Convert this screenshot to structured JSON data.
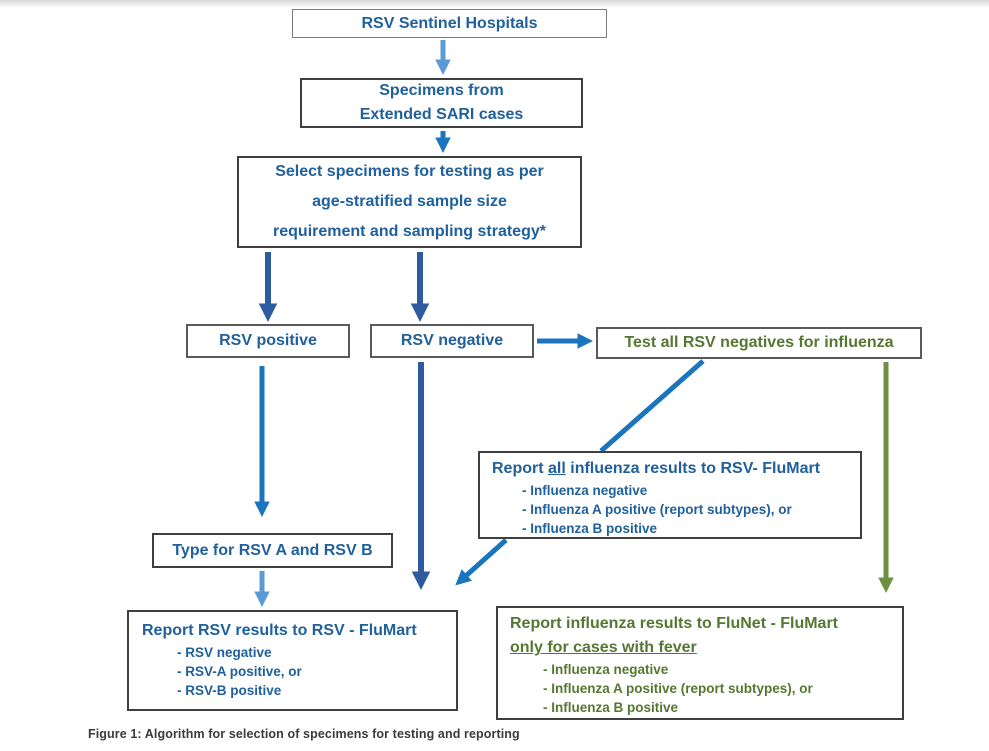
{
  "figure": {
    "caption": "Figure 1: Algorithm for selection of specimens for testing and reporting"
  },
  "colors": {
    "blue_text": "#20609C",
    "green_text": "#567731",
    "light_blue_arrow": "#5B9BD5",
    "mid_blue_arrow": "#1B75BC",
    "dark_blue_arrow": "#2E5B9F",
    "green_arrow": "#6E9042"
  },
  "nodes": {
    "sentinel": {
      "label": "RSV Sentinel Hospitals"
    },
    "specimens": {
      "line1": "Specimens from",
      "line2": "Extended SARI cases"
    },
    "select": {
      "line1": "Select specimens for testing as per",
      "line2": "age-stratified sample size",
      "line3": "requirement and sampling strategy*"
    },
    "rsv_positive": {
      "label": "RSV positive"
    },
    "rsv_negative": {
      "label": "RSV negative"
    },
    "test_negatives": {
      "label": "Test all RSV negatives for influenza"
    },
    "report_flumart": {
      "title_pre": "Report ",
      "title_underlined": "all",
      "title_post": " influenza results to RSV- FluMart",
      "items": [
        "- Influenza negative",
        "- Influenza A positive (report subtypes), or",
        "- Influenza B positive"
      ]
    },
    "type_rsv": {
      "label": "Type for RSV A and RSV B"
    },
    "report_rsv": {
      "title": "Report RSV results to RSV - FluMart",
      "items": [
        "- RSV negative",
        "- RSV-A positive, or",
        "- RSV-B positive"
      ]
    },
    "report_flunet": {
      "title_line1": "Report influenza results to FluNet - FluMart",
      "title_line2": "only for cases with fever",
      "items": [
        "- Influenza negative",
        "- Influenza A positive (report subtypes), or",
        "- Influenza B positive"
      ]
    }
  }
}
